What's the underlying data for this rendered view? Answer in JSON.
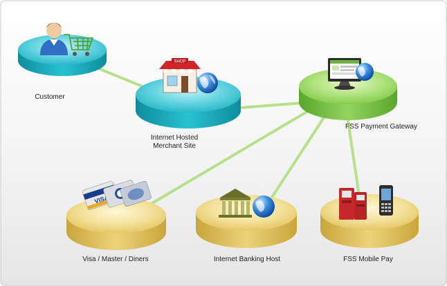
{
  "nodes": {
    "customer": {
      "label": "Customer",
      "color": "#1fb5c6",
      "icon": "shopper-with-cart-icon"
    },
    "merchant": {
      "label_line1": "Internet Hosted",
      "label_line2": "Merchant Site",
      "color": "#1fb5c6",
      "icon": "shop-with-globe-icon"
    },
    "gateway": {
      "label": "FSS Payment Gateway",
      "color": "#8fd15a",
      "icon": "computer-monitor-with-globe-icon"
    },
    "cards": {
      "label": "Visa / Master / Diners",
      "color": "#e8cd6c",
      "icon": "credit-cards-icon"
    },
    "banking": {
      "label": "Internet Banking Host",
      "color": "#e8cd6c",
      "icon": "bank-with-globe-icon"
    },
    "mobile": {
      "label": "FSS Mobile Pay",
      "color": "#e8cd6c",
      "icon": "kiosk-and-mobile-phone-icon"
    }
  },
  "connector_color": "#b6e08a"
}
